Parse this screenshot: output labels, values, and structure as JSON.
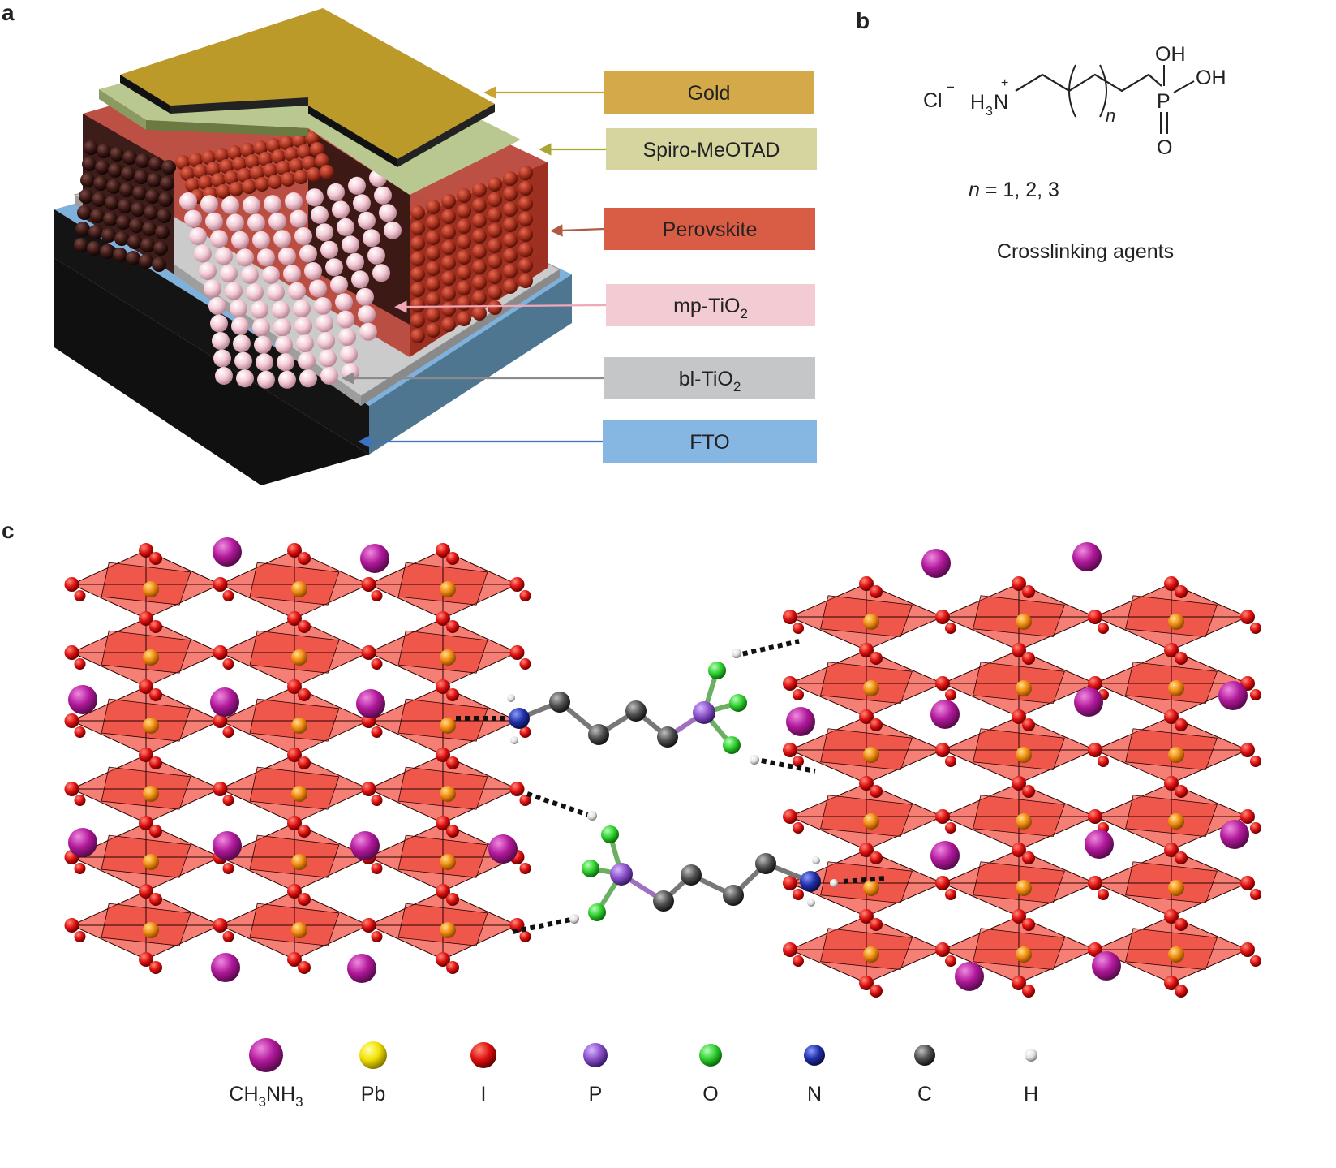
{
  "panels": {
    "a": "a",
    "b": "b",
    "c": "c"
  },
  "layers": [
    {
      "label": "Gold",
      "sub": "",
      "color": "#d4a94a"
    },
    {
      "label": "Spiro-MeOTAD",
      "sub": "",
      "color": "#d6d5a0"
    },
    {
      "label": "Perovskite",
      "sub": "",
      "color": "#d95c45"
    },
    {
      "label": "mp-TiO",
      "sub": "2",
      "color": "#f3cbd3"
    },
    {
      "label": "bl-TiO",
      "sub": "2",
      "color": "#c5c6c8"
    },
    {
      "label": "FTO",
      "sub": "",
      "color": "#86b6e2"
    }
  ],
  "arrow_colors": [
    "#c9a230",
    "#a8a830",
    "#b05c45",
    "#f0a8b8",
    "#8a8a8a",
    "#3b72c4"
  ],
  "molecule": {
    "cl": "Cl",
    "cl_charge": "−",
    "h3n_h": "H",
    "h3n_sub": "3",
    "h3n_n": "N",
    "n_charge": "+",
    "n_subscript": "n",
    "p": "P",
    "oh_top": "OH",
    "oh_right": "OH",
    "o_bottom": "O",
    "n_values_var": "n",
    "n_values_text": " = 1, 2, 3",
    "caption": "Crosslinking agents"
  },
  "legend": [
    {
      "label": "CH",
      "sub": "3",
      "label2": "NH",
      "sub2": "3",
      "color": "#b0189a",
      "size": 21
    },
    {
      "label": "Pb",
      "sub": "",
      "label2": "",
      "sub2": "",
      "color": "#f2e000",
      "size": 17
    },
    {
      "label": "I",
      "sub": "",
      "label2": "",
      "sub2": "",
      "color": "#e01010",
      "size": 16
    },
    {
      "label": "P",
      "sub": "",
      "label2": "",
      "sub2": "",
      "color": "#8a4fc8",
      "size": 15
    },
    {
      "label": "O",
      "sub": "",
      "label2": "",
      "sub2": "",
      "color": "#2fcf2f",
      "size": 14
    },
    {
      "label": "N",
      "sub": "",
      "label2": "",
      "sub2": "",
      "color": "#2030a8",
      "size": 13
    },
    {
      "label": "C",
      "sub": "",
      "label2": "",
      "sub2": "",
      "color": "#505050",
      "size": 13
    },
    {
      "label": "H",
      "sub": "",
      "label2": "",
      "sub2": "",
      "color": "#e8e8e8",
      "size": 8
    }
  ]
}
